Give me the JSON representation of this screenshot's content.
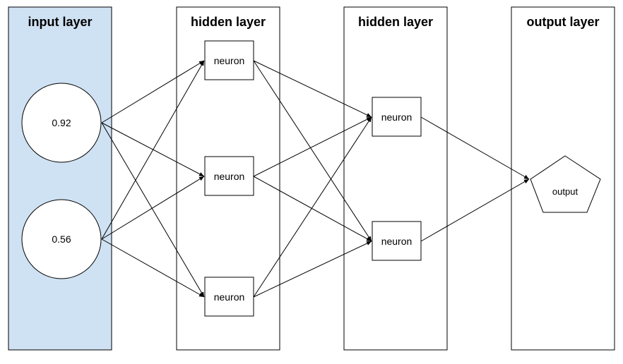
{
  "layers": [
    {
      "title": "input layer",
      "fill": "#cfe2f3"
    },
    {
      "title": "hidden layer",
      "fill": "#ffffff"
    },
    {
      "title": "hidden layer",
      "fill": "#ffffff"
    },
    {
      "title": "output layer",
      "fill": "#ffffff"
    }
  ],
  "inputs": [
    {
      "value": "0.92"
    },
    {
      "value": "0.56"
    }
  ],
  "hidden1": [
    {
      "label": "neuron"
    },
    {
      "label": "neuron"
    },
    {
      "label": "neuron"
    }
  ],
  "hidden2": [
    {
      "label": "neuron"
    },
    {
      "label": "neuron"
    }
  ],
  "output": {
    "label": "output"
  }
}
